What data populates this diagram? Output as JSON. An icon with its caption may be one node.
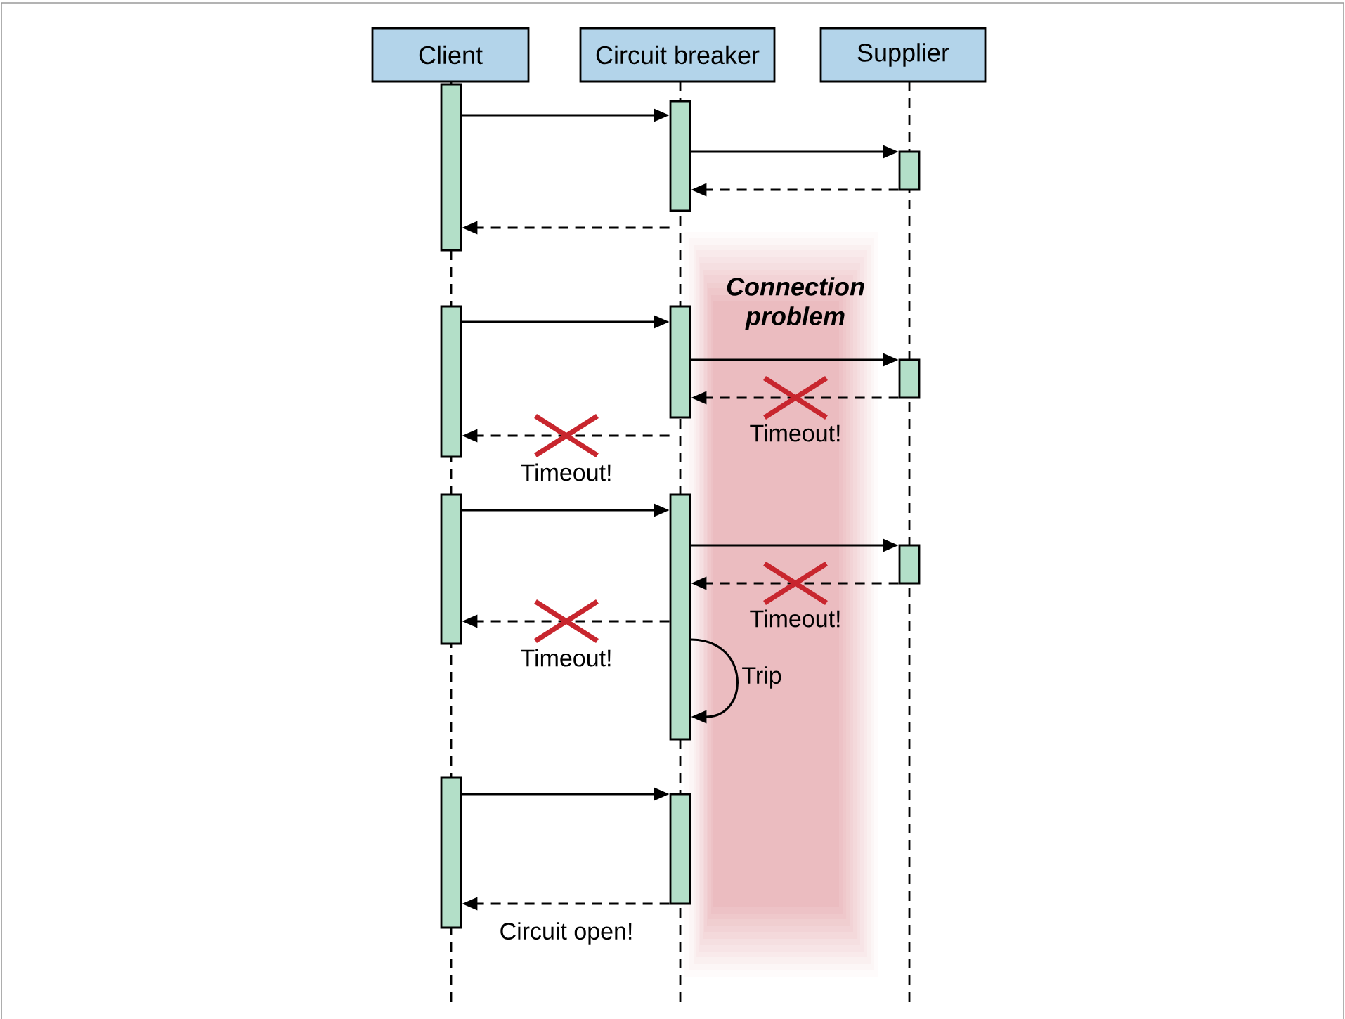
{
  "diagram": {
    "nodes": [
      {
        "text": [
          "Client"
        ]
      },
      {
        "text": [
          "Circuit breaker"
        ]
      },
      {
        "text": [
          "Supplier"
        ]
      },
      {
        "text": [],
        "shape": "bar"
      },
      {
        "text": [],
        "shape": "bar"
      },
      {
        "text": [],
        "shape": "bar"
      },
      {
        "text": [],
        "shape": "bar"
      },
      {
        "text": [],
        "shape": "bar"
      },
      {
        "text": [],
        "shape": "bar"
      },
      {
        "text": [],
        "shape": "bar"
      },
      {
        "text": [],
        "shape": "bar"
      },
      {
        "text": [],
        "shape": "bar"
      },
      {
        "text": [],
        "shape": "bar"
      },
      {
        "text": [],
        "shape": "bar"
      }
    ],
    "edges": [
      {
        "from": 3,
        "to": 4,
        "arrow": "to"
      },
      {
        "from": 4,
        "to": 5,
        "arrow": "to"
      },
      {
        "from": 5,
        "to": 4,
        "arrow": "to",
        "style": "dashed"
      },
      {
        "from": 4,
        "to": 3,
        "arrow": "to",
        "style": "dashed"
      },
      {
        "from": 6,
        "to": 7,
        "arrow": "to"
      },
      {
        "from": 7,
        "to": 8,
        "arrow": "to"
      },
      {
        "from": 8,
        "to": 7,
        "arrow": "to",
        "style": "dashed",
        "label": "Timeout!"
      },
      {
        "from": 7,
        "to": 6,
        "arrow": "to",
        "style": "dashed",
        "label": "Timeout!"
      },
      {
        "from": 9,
        "to": 10,
        "arrow": "to"
      },
      {
        "from": 10,
        "to": 11,
        "arrow": "to"
      },
      {
        "from": 11,
        "to": 10,
        "arrow": "to",
        "style": "dashed",
        "label": "Timeout!"
      },
      {
        "from": 10,
        "to": 9,
        "arrow": "to",
        "style": "dashed",
        "label": "Timeout!"
      },
      {
        "from": 10,
        "to": 10,
        "arrow": "to",
        "label": "Trip"
      },
      {
        "from": 12,
        "to": 13,
        "arrow": "to"
      },
      {
        "from": 13,
        "to": 12,
        "arrow": "to",
        "style": "dashed",
        "label": "Circuit open!"
      }
    ],
    "labels": [
      "Connection problem"
    ]
  }
}
